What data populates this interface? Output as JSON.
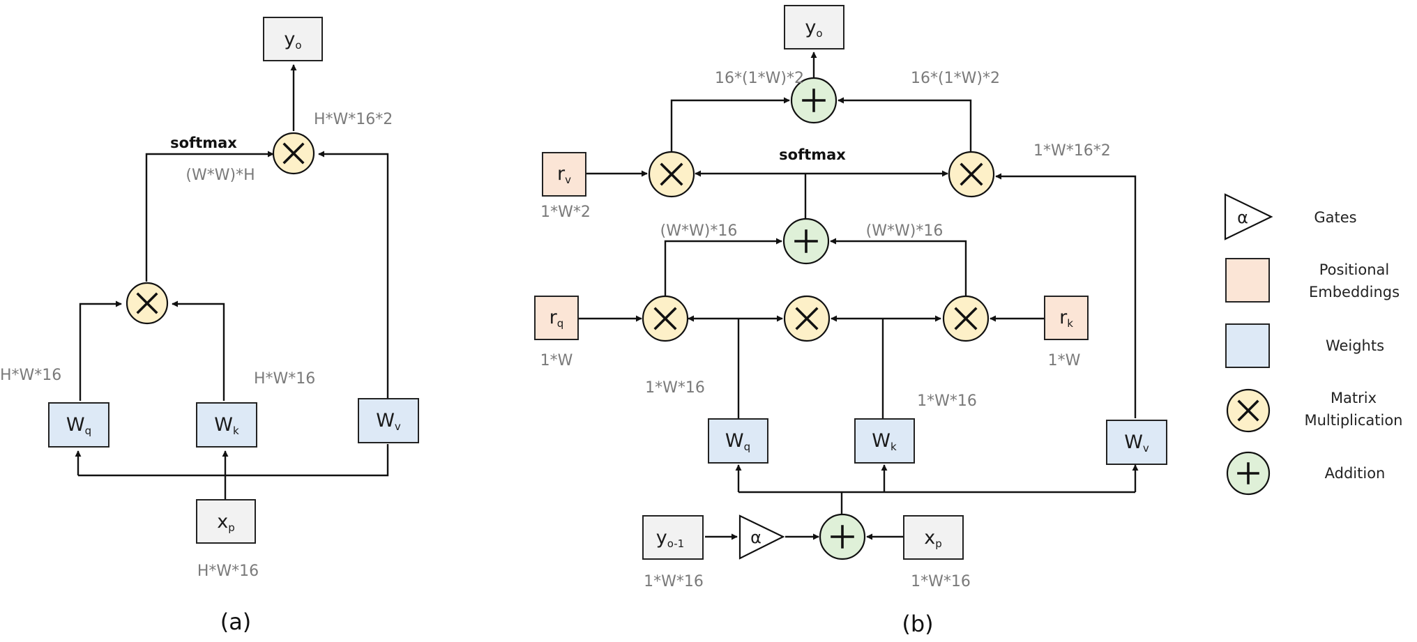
{
  "panel_a": {
    "caption": "(a)",
    "output_box": {
      "main": "y",
      "sub": "o"
    },
    "wq": {
      "main": "W",
      "sub": "q"
    },
    "wk": {
      "main": "W",
      "sub": "k"
    },
    "wv": {
      "main": "W",
      "sub": "v"
    },
    "input_box": {
      "main": "x",
      "sub": "p"
    },
    "softmax_label": "softmax",
    "dim_attn": "(W*W)*H",
    "dim_out": "H*W*16*2",
    "dim_q": "H*W*16",
    "dim_k": "H*W*16",
    "dim_input": "H*W*16"
  },
  "panel_b": {
    "caption": "(b)",
    "output_box": {
      "main": "y",
      "sub": "o"
    },
    "rv": {
      "main": "r",
      "sub": "v"
    },
    "rq": {
      "main": "r",
      "sub": "q"
    },
    "rk": {
      "main": "r",
      "sub": "k"
    },
    "wq": {
      "main": "W",
      "sub": "q"
    },
    "wk": {
      "main": "W",
      "sub": "k"
    },
    "wv": {
      "main": "W",
      "sub": "v"
    },
    "prev_out": {
      "main": "y",
      "sub": "o-1"
    },
    "input_box": {
      "main": "x",
      "sub": "p"
    },
    "gate_symbol": "α",
    "softmax_label": "softmax",
    "dim_top_left": "16*(1*W)*2",
    "dim_top_right": "16*(1*W)*2",
    "dim_rv": "1*W*2",
    "dim_v": "1*W*16*2",
    "dim_mid_left": "(W*W)*16",
    "dim_mid_right": "(W*W)*16",
    "dim_rq": "1*W",
    "dim_rk": "1*W",
    "dim_q": "1*W*16",
    "dim_k": "1*W*16",
    "dim_prev": "1*W*16",
    "dim_input": "1*W*16"
  },
  "legend": {
    "gate_symbol": "α",
    "items": [
      {
        "label_lines": [
          "Gates"
        ]
      },
      {
        "label_lines": [
          "Positional",
          "Embeddings"
        ]
      },
      {
        "label_lines": [
          "Weights"
        ]
      },
      {
        "label_lines": [
          "Matrix",
          "Multiplication"
        ]
      },
      {
        "label_lines": [
          "Addition"
        ]
      }
    ]
  },
  "colors": {
    "multiply_fill": "#fdf0c8",
    "addition_fill": "#dff0d8",
    "weights_fill": "#dde9f6",
    "positional_fill": "#fbe5d6",
    "io_box_fill": "#f2f2f2",
    "dimension_text": "#7a7a7a"
  }
}
